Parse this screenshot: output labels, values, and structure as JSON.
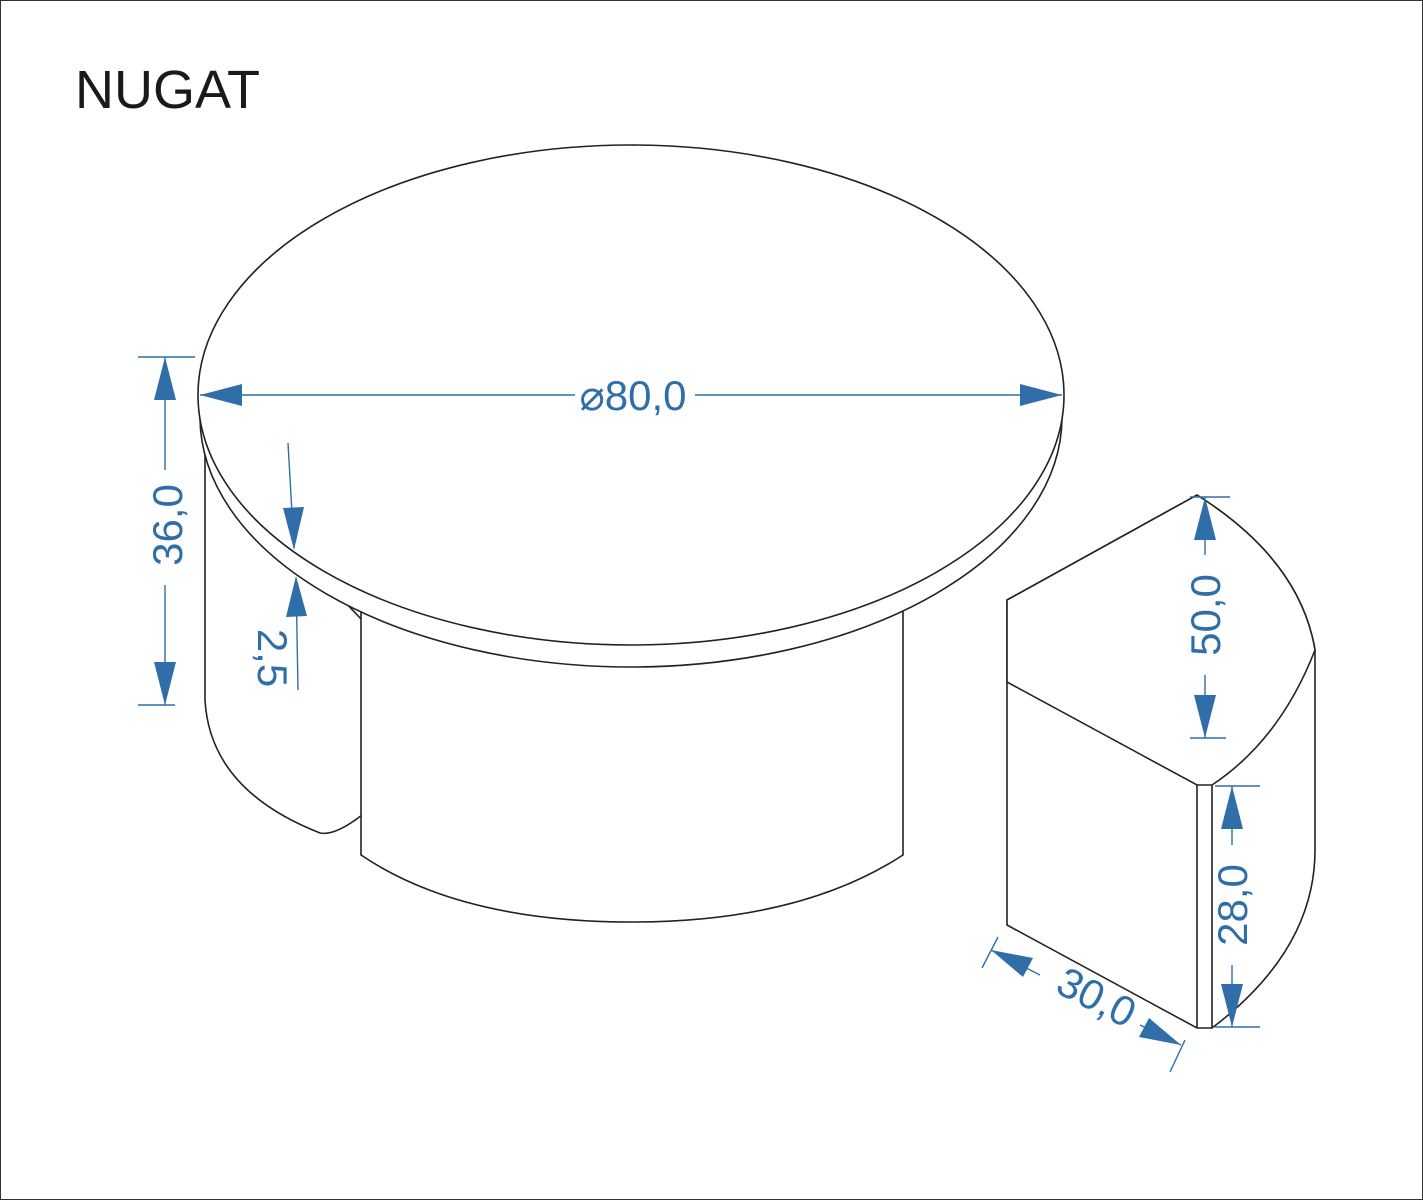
{
  "title": "NUGAT",
  "colors": {
    "dimension": "#2f6ea8",
    "outline": "#222222"
  },
  "dimensions": {
    "table_diameter": "⌀80,0",
    "table_height": "36,0",
    "top_thickness": "2,5",
    "stool_width": "50,0",
    "stool_height": "28,0",
    "stool_depth": "30,0"
  }
}
